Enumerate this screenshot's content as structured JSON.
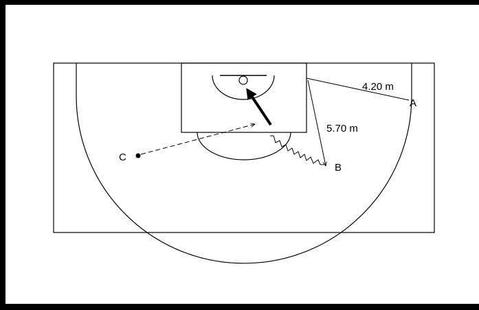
{
  "diagram": {
    "measurements": {
      "corner_distance": "4.20 m",
      "wing_distance": "5.70 m"
    },
    "players": {
      "a": "A",
      "b": "B",
      "c": "C"
    }
  }
}
